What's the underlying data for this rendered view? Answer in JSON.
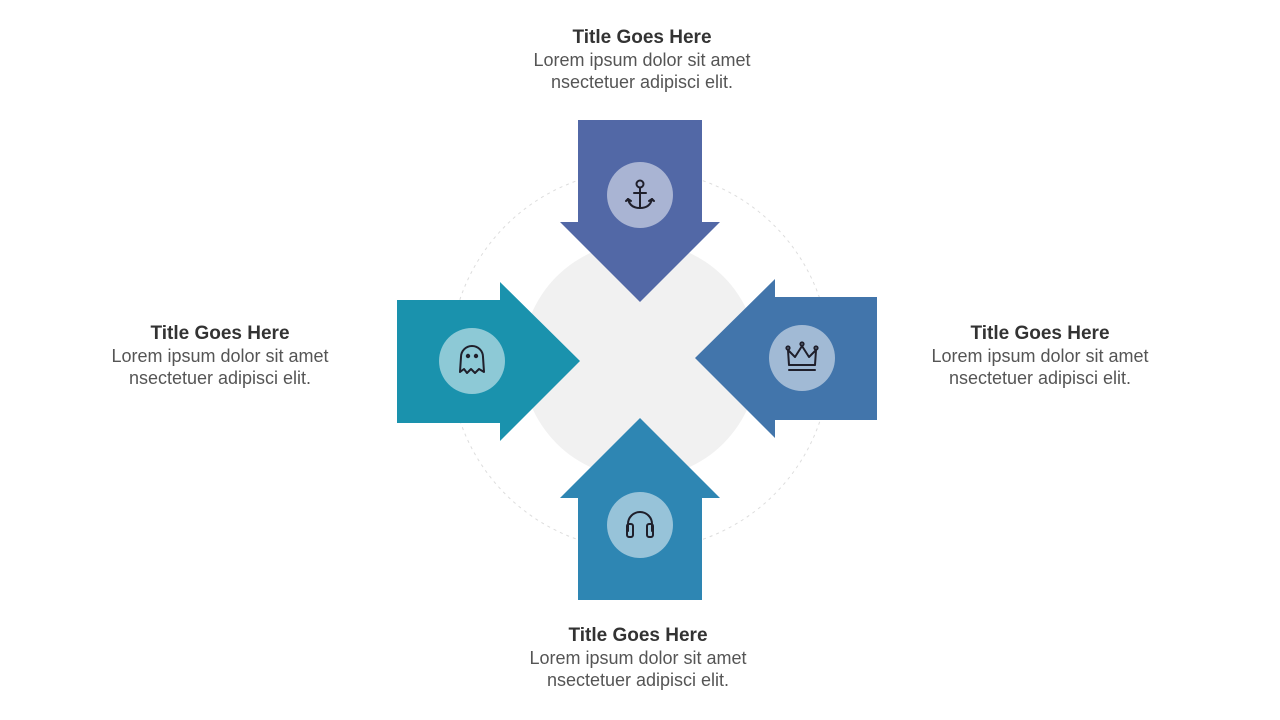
{
  "colors": {
    "background": "#ffffff",
    "center_circle": "#f1f1f1",
    "dotted_ring": "#dddddd",
    "arrow_top": "#5268a6",
    "arrow_right": "#4275ab",
    "arrow_bottom": "#2e86b3",
    "arrow_left": "#1a92ad",
    "icon_circle": "rgba(255,255,255,0.5)",
    "icon_stroke": "#1f1f2b"
  },
  "items": [
    {
      "position": "top",
      "title": "Title Goes Here",
      "line1": "Lorem ipsum dolor sit amet",
      "line2": "nsectetuer adipisci elit.",
      "icon": "anchor-icon"
    },
    {
      "position": "right",
      "title": "Title Goes Here",
      "line1": "Lorem ipsum dolor sit amet",
      "line2": "nsectetuer adipisci elit.",
      "icon": "crown-icon"
    },
    {
      "position": "bottom",
      "title": "Title Goes Here",
      "line1": "Lorem ipsum dolor sit amet",
      "line2": "nsectetuer adipisci elit.",
      "icon": "headphones-icon"
    },
    {
      "position": "left",
      "title": "Title Goes Here",
      "line1": "Lorem ipsum dolor sit amet",
      "line2": "nsectetuer adipisci elit.",
      "icon": "ghost-icon"
    }
  ]
}
